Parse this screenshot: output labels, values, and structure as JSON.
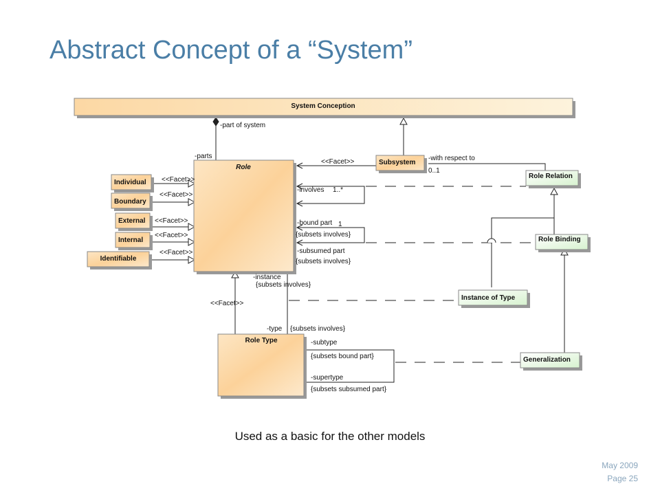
{
  "slide": {
    "title": "Abstract Concept of a “System”",
    "caption": "Used as a basic for the other models",
    "footer_date": "May 2009",
    "footer_page": "Page 25"
  },
  "colors": {
    "title": "#4a7ea6",
    "class_fill_orange": "#fcd29a",
    "class_fill_green": "#e6f7e0",
    "footer": "#8aa6bd"
  },
  "diagram": {
    "classes": {
      "system_conception": "System Conception",
      "role": "Role",
      "individual": "Individual",
      "boundary": "Boundary",
      "external": "External",
      "internal": "Internal",
      "identifiable": "Identifiable",
      "subsystem": "Subsystem",
      "role_relation": "Role Relation",
      "role_binding": "Role Binding",
      "instance_of_type": "Instance of Type",
      "role_type": "Role Type",
      "generalization": "Generalization"
    },
    "labels": {
      "part_of_system": "-part of system",
      "parts": "-parts",
      "facet_subsystem": "<<Facet>>",
      "with_respect_to": "-with respect to",
      "mult_0_1": "0..1",
      "facet_individual": "<<Facet>>",
      "facet_boundary": "<<Facet>>",
      "facet_external": "<<Facet>>",
      "facet_internal": "<<Facet>>",
      "facet_identifiable": "<<Facet>>",
      "involves": "-involves",
      "mult_1_star": "1..*",
      "bound_part": "-bound part",
      "mult_1": "1",
      "subsets_involves_1": "{subsets involves}",
      "subsumed_part": "-subsumed part",
      "subsets_involves_2": "{subsets involves}",
      "instance": "-instance",
      "subsets_involves_3": "{subsets involves}",
      "facet_roletype": "<<Facet>>",
      "type": "-type",
      "subsets_involves_4": "{subsets involves}",
      "subtype": "-subtype",
      "subsets_bound_part": "{subsets bound part}",
      "supertype": "-supertype",
      "subsets_subsumed_part": "{subsets subsumed part}"
    }
  }
}
